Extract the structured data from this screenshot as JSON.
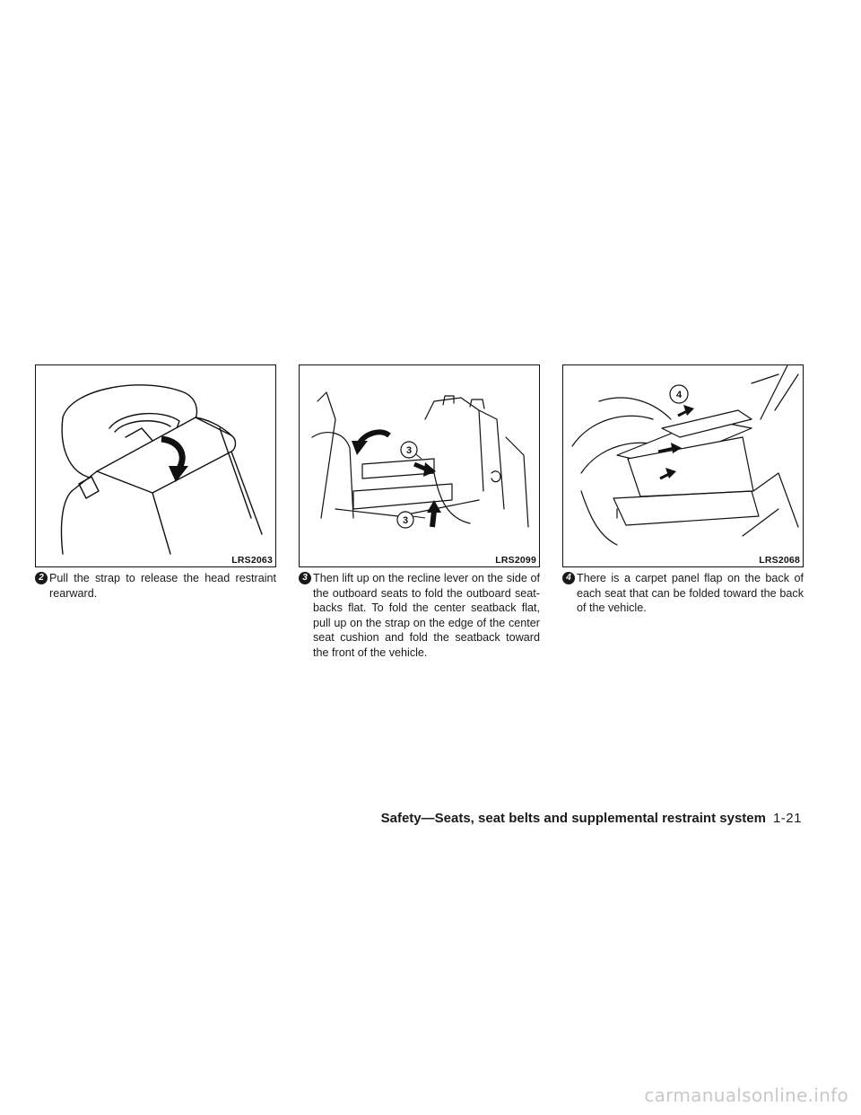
{
  "figures": [
    {
      "code": "LRS2063"
    },
    {
      "code": "LRS2099",
      "callouts": [
        "3",
        "3"
      ]
    },
    {
      "code": "LRS2068",
      "callouts": [
        "4"
      ]
    }
  ],
  "steps": [
    {
      "number": "2",
      "text": "Pull the strap to release the head restraint rearward."
    },
    {
      "number": "3",
      "text": "Then lift up on the recline lever on the side of the outboard seats to fold the outboard seat-backs flat. To fold the center seatback flat, pull up on the strap on the edge of the center seat cushion and fold the seatback toward the front of the vehicle."
    },
    {
      "number": "4",
      "text": "There is a carpet panel flap on the back of each seat that can be folded toward the back of the vehicle."
    }
  ],
  "footer": {
    "section": "Safety—Seats, seat belts and supplemental restraint system",
    "page": "1-21"
  },
  "watermark": "carmanualsonline.info"
}
